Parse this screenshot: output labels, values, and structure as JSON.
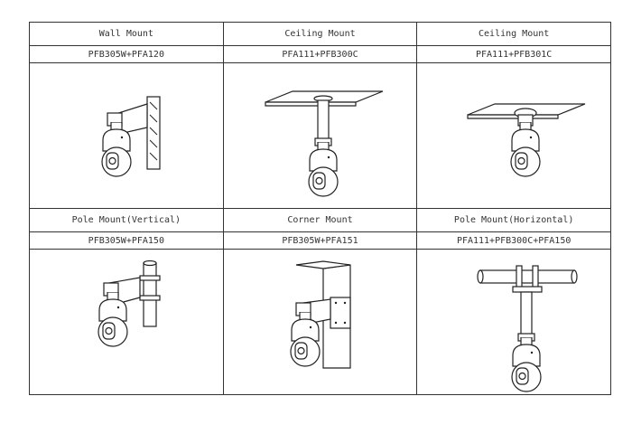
{
  "rows": [
    {
      "cells": [
        {
          "title": "Wall Mount",
          "model": "PFB305W+PFA120"
        },
        {
          "title": "Ceiling Mount",
          "model": "PFA111+PFB300C"
        },
        {
          "title": "Ceiling Mount",
          "model": "PFA111+PFB301C"
        }
      ]
    },
    {
      "cells": [
        {
          "title": "Pole Mount(Vertical)",
          "model": "PFB305W+PFA150"
        },
        {
          "title": "Corner Mount",
          "model": "PFB305W+PFA151"
        },
        {
          "title": "Pole Mount(Horizontal)",
          "model": "PFA111+PFB300C+PFA150"
        }
      ]
    }
  ]
}
